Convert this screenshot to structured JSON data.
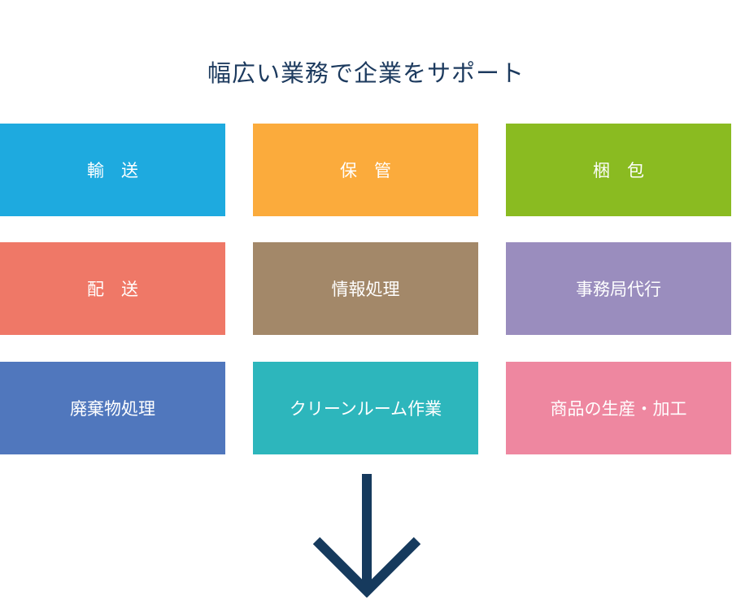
{
  "title": "幅広い業務で企業をサポート",
  "services": [
    {
      "label": "輸　送",
      "color": "#1eaadf"
    },
    {
      "label": "保　管",
      "color": "#fbab3c"
    },
    {
      "label": "梱　包",
      "color": "#8abb21"
    },
    {
      "label": "配　送",
      "color": "#ef7867"
    },
    {
      "label": "情報処理",
      "color": "#a38869"
    },
    {
      "label": "事務局代行",
      "color": "#9a8dbe"
    },
    {
      "label": "廃棄物処理",
      "color": "#5077bd"
    },
    {
      "label": "クリーンルーム作業",
      "color": "#2db6bc"
    },
    {
      "label": "商品の生産・加工",
      "color": "#ee87a0"
    }
  ],
  "arrow_color": "#163a5d"
}
